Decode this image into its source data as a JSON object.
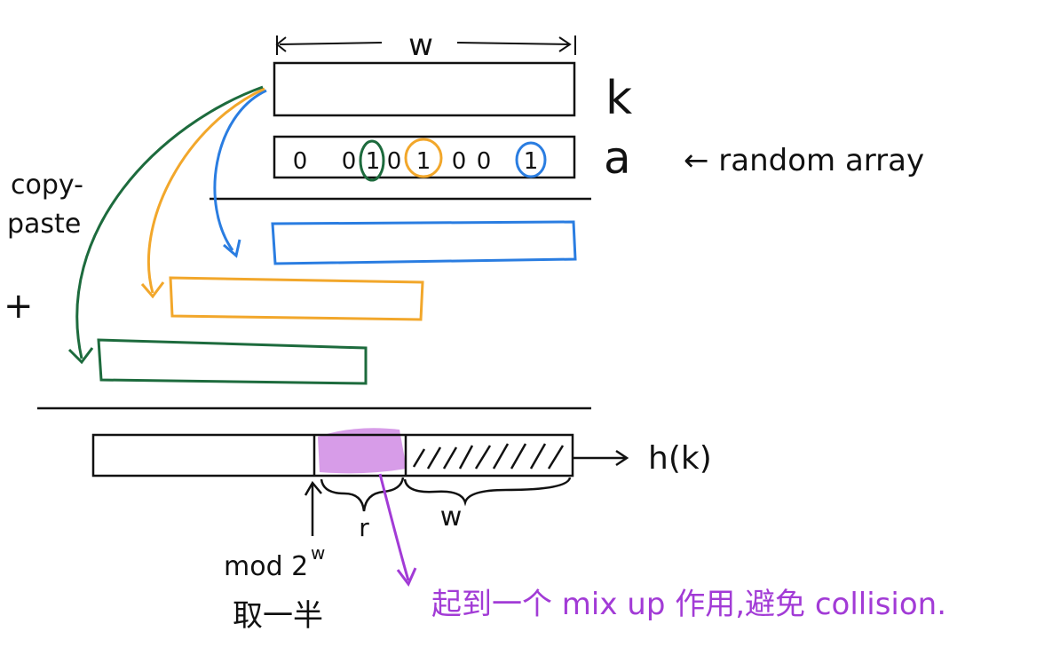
{
  "labels": {
    "width_top": "w",
    "key": "k",
    "array": "a",
    "random_array_note": "← random array",
    "copy_paste_line1": "copy-",
    "copy_paste_line2": "paste",
    "plus": "+",
    "array_bits": [
      "0",
      "0",
      "1",
      "0",
      "1",
      "0",
      "0",
      "1"
    ],
    "hash_output": "h(k)",
    "r_label": "r",
    "w_label": "w",
    "mod_label": "mod 2",
    "mod_exponent": "w",
    "take_half": "取一半",
    "mixup_note": "起到一个 mix up 作用,避免 collision."
  },
  "colors": {
    "ink": "#111111",
    "blue": "#2a7de1",
    "orange": "#f2a72b",
    "green": "#1d6b3d",
    "purple": "#a23bd6",
    "purple_fill": "#d79ce8"
  }
}
